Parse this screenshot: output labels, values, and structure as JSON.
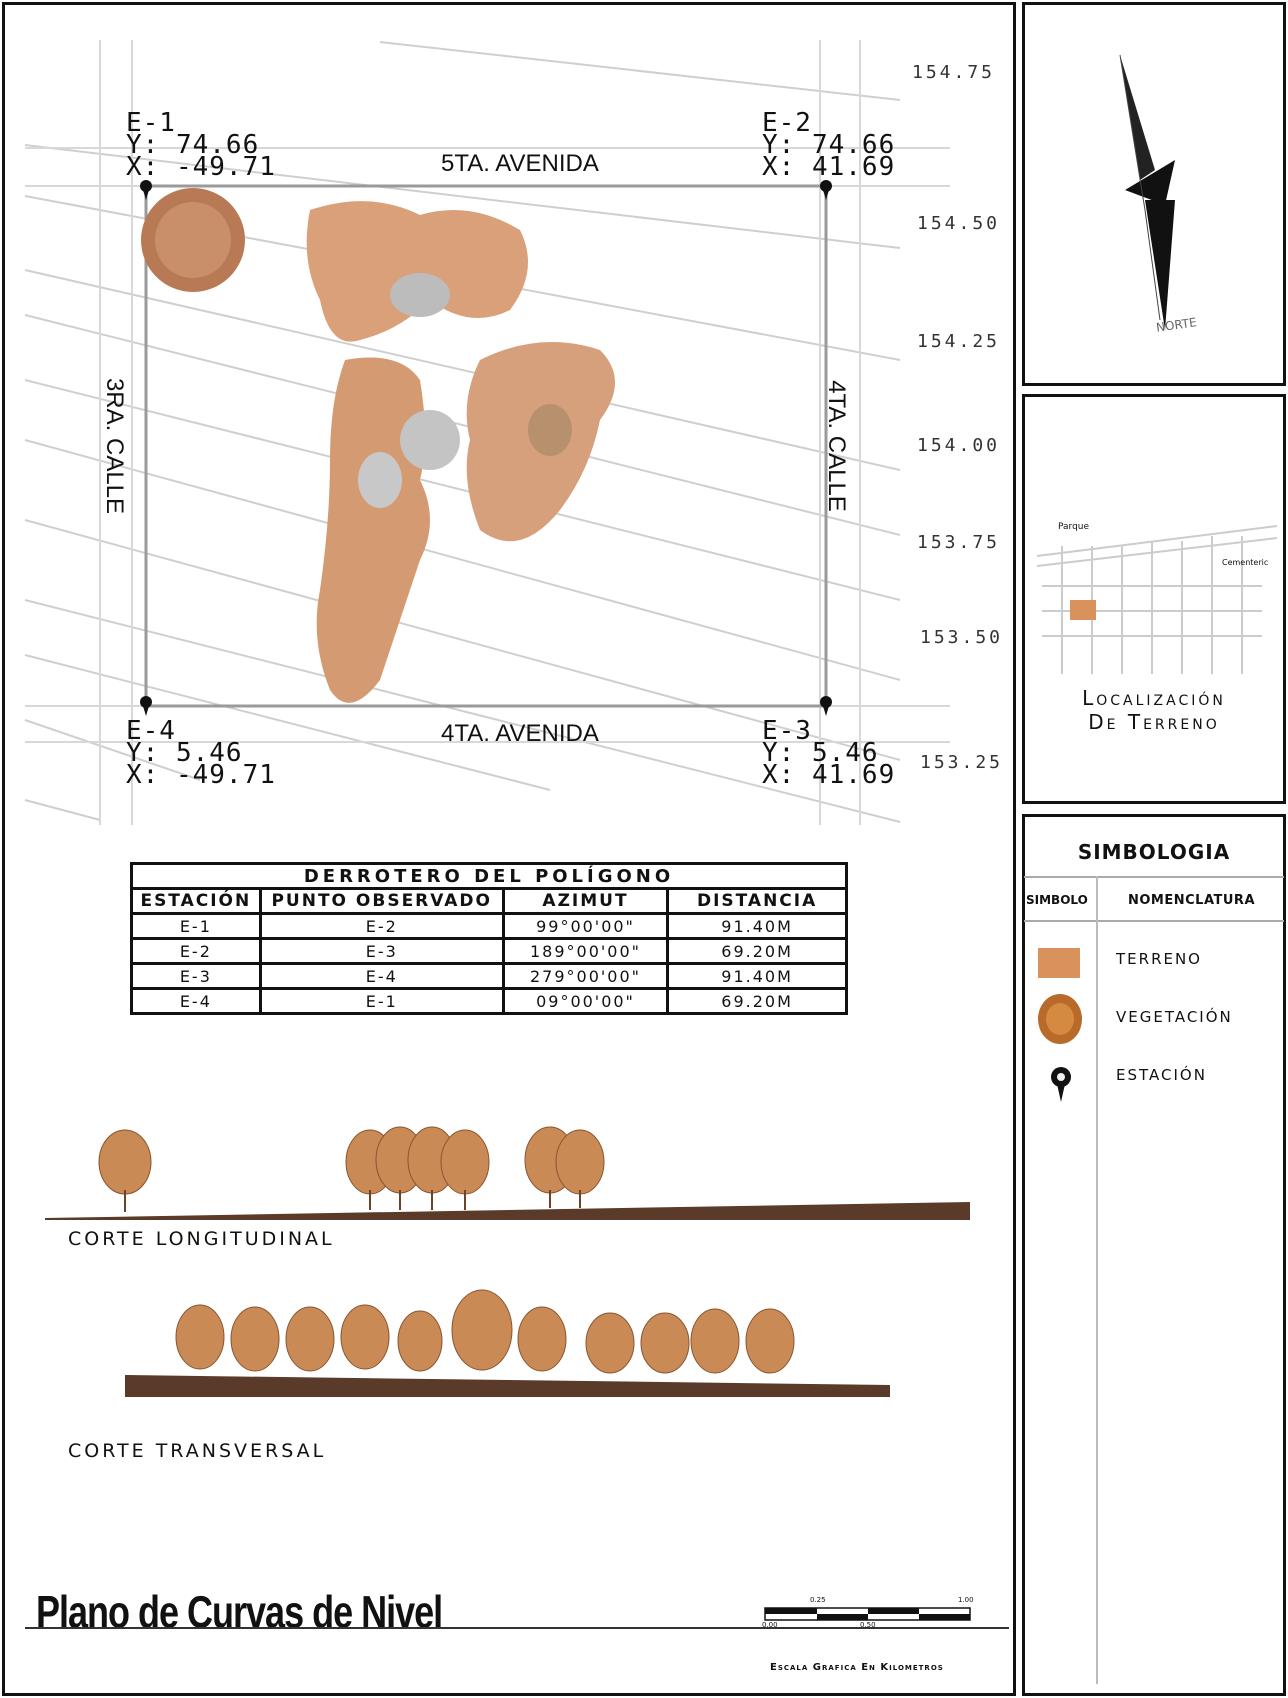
{
  "plan": {
    "stations": [
      {
        "id": "E-1",
        "y": "Y: 74.66",
        "x": "X: -49.71"
      },
      {
        "id": "E-2",
        "y": "Y: 74.66",
        "x": "X: 41.69"
      },
      {
        "id": "E-3",
        "y": "Y: 5.46",
        "x": "X: 41.69"
      },
      {
        "id": "E-4",
        "y": "Y: 5.46",
        "x": "X: -49.71"
      }
    ],
    "streets": {
      "top": "5TA. AVENIDA",
      "bottom": "4TA. AVENIDA",
      "left": "3RA. CALLE",
      "right": "4TA. CALLE"
    },
    "elevations": [
      "154.75",
      "154.50",
      "154.25",
      "154.00",
      "153.75",
      "153.50",
      "153.25"
    ]
  },
  "north": {
    "label": "NORTE"
  },
  "location": {
    "title_line1": "Localización",
    "title_line2": "De Terreno",
    "map_labels": {
      "park": "Parque",
      "cemetery": "Cementeric"
    }
  },
  "legend": {
    "title": "SIMBOLOGIA",
    "col1": "SIMBOLO",
    "col2": "NOMENCLATURA",
    "items": [
      {
        "label": "TERRENO",
        "icon": "terrain-swatch-icon",
        "color": "#d9925c"
      },
      {
        "label": "VEGETACIÓN",
        "icon": "vegetation-icon",
        "color": "#b86a2a"
      },
      {
        "label": "ESTACIÓN",
        "icon": "station-pin-icon",
        "color": "#111111"
      }
    ]
  },
  "route_table": {
    "title": "DERROTERO DEL POLÍGONO",
    "headers": [
      "ESTACIÓN",
      "PUNTO OBSERVADO",
      "AZIMUT",
      "DISTANCIA"
    ],
    "rows": [
      [
        "E-1",
        "E-2",
        "99°00'00\"",
        "91.40M"
      ],
      [
        "E-2",
        "E-3",
        "189°00'00\"",
        "69.20M"
      ],
      [
        "E-3",
        "E-4",
        "279°00'00\"",
        "91.40M"
      ],
      [
        "E-4",
        "E-1",
        "09°00'00\"",
        "69.20M"
      ]
    ]
  },
  "sections": {
    "longitudinal": "CORTE LONGITUDINAL",
    "transversal": "CORTE TRANSVERSAL"
  },
  "title": "Plano de Curvas de Nivel",
  "scale": {
    "ticks_top": [
      "0.25",
      "1.00"
    ],
    "ticks_bottom": [
      "0.00",
      "0.50"
    ],
    "caption": "Escala Grafica En Kilometros"
  }
}
